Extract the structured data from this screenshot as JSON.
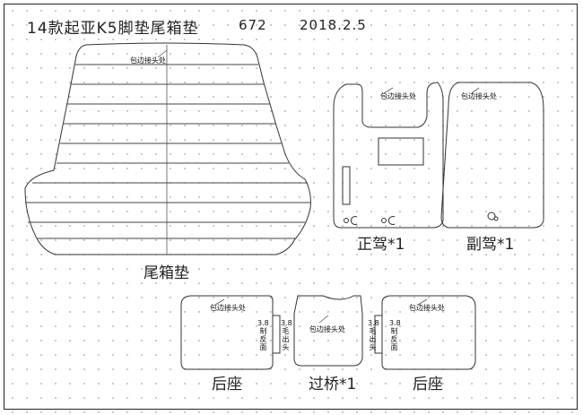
{
  "header": {
    "title": "14款起亚K5脚垫尾箱垫",
    "code": "672",
    "date": "2018.2.5"
  },
  "labels": {
    "trunk": "尾箱垫",
    "driver": "正驾*1",
    "passenger": "副驾*1",
    "rear_left": "后座",
    "bridge": "过桥*1",
    "rear_right": "后座"
  },
  "notes": {
    "seam": "包边接头处",
    "felt_out": "毛出头",
    "reverse": "制反面",
    "measure": "3.8"
  }
}
